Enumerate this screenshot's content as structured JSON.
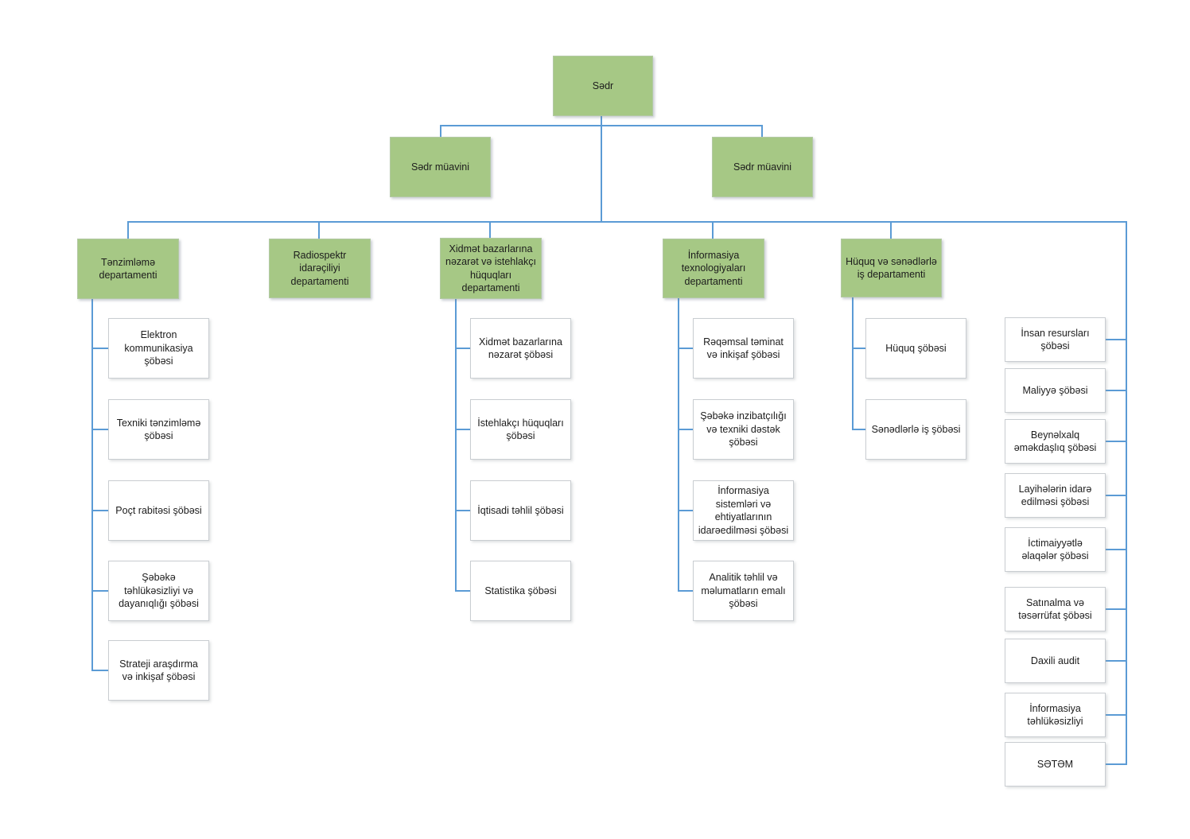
{
  "org_chart": {
    "root": {
      "id": "sadr",
      "label": "Sədr"
    },
    "deputies": [
      {
        "id": "sadr-muavini-left",
        "label": "Sədr müavini"
      },
      {
        "id": "sadr-muavini-right",
        "label": "Sədr müavini"
      }
    ],
    "departments": [
      {
        "id": "dept-tanzimlama",
        "label": "Tənzimləmə departamenti",
        "children": [
          {
            "id": "unit-elektron-kommunikasiya",
            "label": "Elektron kommunikasiya şöbəsi"
          },
          {
            "id": "unit-texniki-tanzimlama",
            "label": "Texniki tənzimləmə şöbəsi"
          },
          {
            "id": "unit-poct-rabitasi",
            "label": "Poçt rabitəsi şöbəsi"
          },
          {
            "id": "unit-sabaka-tahlukasizliyi",
            "label": "Şəbəkə təhlükəsizliyi və dayanıqlığı şöbəsi"
          },
          {
            "id": "unit-strateji-arasdirma",
            "label": "Strateji araşdırma və inkişaf şöbəsi"
          }
        ]
      },
      {
        "id": "dept-radiospektr",
        "label": "Radiospektr idarəçiliyi departamenti",
        "children": []
      },
      {
        "id": "dept-xidmat-bazarlari",
        "label": "Xidmət bazarlarına nəzarət və istehlakçı hüquqları departamenti",
        "children": [
          {
            "id": "unit-xidmat-bazarlarina-nazarat",
            "label": "Xidmət bazarlarına nəzarət şöbəsi"
          },
          {
            "id": "unit-istehlakci-huquqlari",
            "label": "İstehlakçı hüquqları şöbəsi"
          },
          {
            "id": "unit-iqtisadi-tahlil",
            "label": "İqtisadi təhlil şöbəsi"
          },
          {
            "id": "unit-statistika",
            "label": "Statistika şöbəsi"
          }
        ]
      },
      {
        "id": "dept-informasiya-texnologiyalari",
        "label": "İnformasiya texnologiyaları departamenti",
        "children": [
          {
            "id": "unit-raqamsal-taminat",
            "label": "Rəqəmsal təminat və inkişaf şöbəsi"
          },
          {
            "id": "unit-sabaka-inzibatciligi",
            "label": "Şəbəkə inzibatçılığı və texniki dəstək şöbəsi"
          },
          {
            "id": "unit-informasiya-sistemlari",
            "label": "İnformasiya sistemləri və ehtiyatlarının idarəedilməsi şöbəsi"
          },
          {
            "id": "unit-analitik-tahlil",
            "label": "Analitik təhlil və məlumatların emalı şöbəsi"
          }
        ]
      },
      {
        "id": "dept-huquq-sanadlar",
        "label": "Hüquq və sənədlərlə iş departamenti",
        "children": [
          {
            "id": "unit-huquq",
            "label": "Hüquq şöbəsi"
          },
          {
            "id": "unit-sanadlarla-is",
            "label": "Sənədlərlə iş şöbəsi"
          }
        ]
      }
    ],
    "direct_units": [
      {
        "id": "unit-insan-resurslari",
        "label": "İnsan resursları şöbəsi"
      },
      {
        "id": "unit-maliyya",
        "label": "Maliyyə şöbəsi"
      },
      {
        "id": "unit-beynalxalq-amakdasliq",
        "label": "Beynəlxalq əməkdaşlıq şöbəsi"
      },
      {
        "id": "unit-layihalarin-idara-edilmasi",
        "label": "Layihələrin idarə edilməsi şöbəsi"
      },
      {
        "id": "unit-ictimaiyyatla-alaqalar",
        "label": "İctimaiyyətlə əlaqələr şöbəsi"
      },
      {
        "id": "unit-satinalma-tasarrufat",
        "label": "Satınalma və təsərrüfat şöbəsi"
      },
      {
        "id": "unit-daxili-audit",
        "label": "Daxili audit"
      },
      {
        "id": "unit-informasiya-tahlukasizliyi",
        "label": "İnformasiya təhlükəsizliyi"
      },
      {
        "id": "unit-satam",
        "label": "SƏTƏM"
      }
    ]
  },
  "colors": {
    "node_fill_green": "#a6c885",
    "node_fill_white": "#ffffff",
    "connector_blue": "#5b9bd5",
    "text": "#1c1c1c"
  }
}
